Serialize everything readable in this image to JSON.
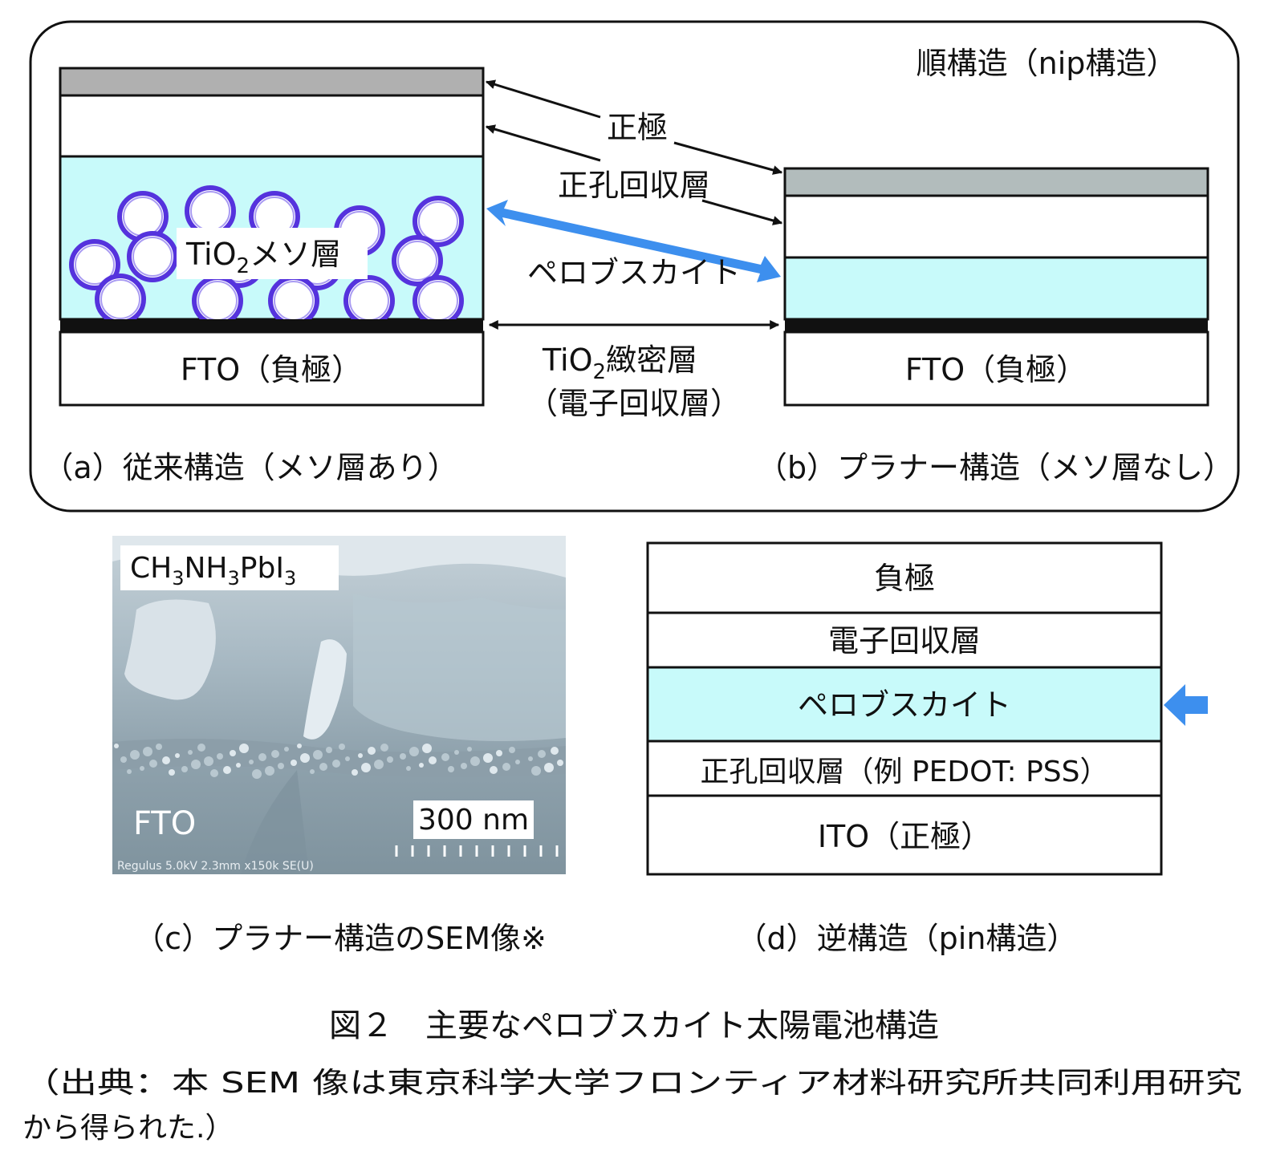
{
  "top_panel": {
    "title": "順構造（nip構造）",
    "label_cathode_top": "正極",
    "label_hole_layer": "正孔回収層",
    "label_perovskite": "ペロブスカイト",
    "label_compact_prefix": "TiO",
    "label_compact_sub": "2",
    "label_compact_suffix": "緻密層",
    "label_compact_paren": "（電子回収層）",
    "a": {
      "meso_prefix": "TiO",
      "meso_sub": "2",
      "meso_suffix": "メソ層",
      "fto": "FTO（負極）",
      "caption": "（a）従来構造（メソ層あり）"
    },
    "b": {
      "fto": "FTO（負極）",
      "caption": "（b）プラナー構造（メソ層なし）"
    }
  },
  "sem": {
    "label_prefix": "CH",
    "label_sub1": "3",
    "label_mid": "NH",
    "label_sub2": "3",
    "label_mid2": "PbI",
    "label_sub3": "3",
    "fto": "FTO",
    "scale": "300 nm",
    "info": "Regulus 5.0kV 2.3mm x150k SE(U)",
    "caption": "（c）プラナー構造のSEM像※"
  },
  "d": {
    "layers": [
      "負極",
      "電子回収層",
      "ペロブスカイト",
      "正孔回収層（例 PEDOT: PSS）",
      "ITO（正極）"
    ],
    "caption": "（d）逆構造（pin構造）"
  },
  "figure": {
    "title": "図２　主要なペロブスカイト太陽電池構造",
    "source_line1": "（出典：本 SEM 像は東京科学大学フロンティア材料研究所共同利用研究",
    "source_line2": "から得られた.）"
  },
  "colors": {
    "perovskite": "#c8fafa",
    "electrode_gray_a": "#b0b0b0",
    "electrode_gray_b": "#b2bcbc",
    "particle_purple": "#5533dd",
    "arrow_blue": "#3d8fee"
  }
}
